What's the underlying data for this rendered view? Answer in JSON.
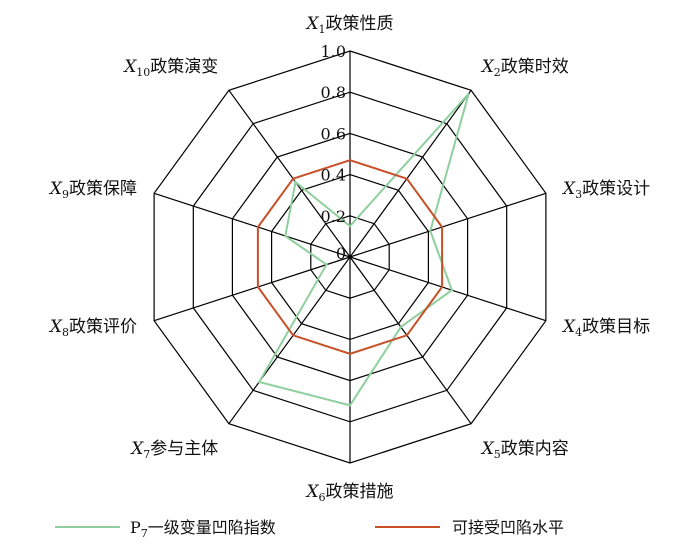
{
  "chart_data": {
    "type": "radar",
    "title": "",
    "axes": [
      {
        "var": "X",
        "sub": "1",
        "name": "政策性质"
      },
      {
        "var": "X",
        "sub": "2",
        "name": "政策时效"
      },
      {
        "var": "X",
        "sub": "3",
        "name": "政策设计"
      },
      {
        "var": "X",
        "sub": "4",
        "name": "政策目标"
      },
      {
        "var": "X",
        "sub": "5",
        "name": "政策内容"
      },
      {
        "var": "X",
        "sub": "6",
        "name": "政策措施"
      },
      {
        "var": "X",
        "sub": "7",
        "name": "参与主体"
      },
      {
        "var": "X",
        "sub": "8",
        "name": "政策评价"
      },
      {
        "var": "X",
        "sub": "9",
        "name": "政策保障"
      },
      {
        "var": "X",
        "sub": "10",
        "name": "政策演变"
      }
    ],
    "radial_ticks": [
      "0",
      "0.2",
      "0.4",
      "0.6",
      "0.8",
      "1.0"
    ],
    "rlim": [
      0,
      1.0
    ],
    "grid": true,
    "legend_position": "bottom",
    "series": [
      {
        "name_var": "P",
        "name_sub": "7",
        "name_text": "一级变量凹陷指数",
        "color": "#8fcf9e",
        "values": [
          0.15,
          0.98,
          0.41,
          0.52,
          0.42,
          0.72,
          0.75,
          0.12,
          0.33,
          0.45
        ]
      },
      {
        "name": "可接受凹陷水平",
        "color": "#c85028",
        "values": [
          0.47,
          0.47,
          0.47,
          0.47,
          0.47,
          0.47,
          0.47,
          0.47,
          0.47,
          0.47
        ]
      }
    ]
  }
}
